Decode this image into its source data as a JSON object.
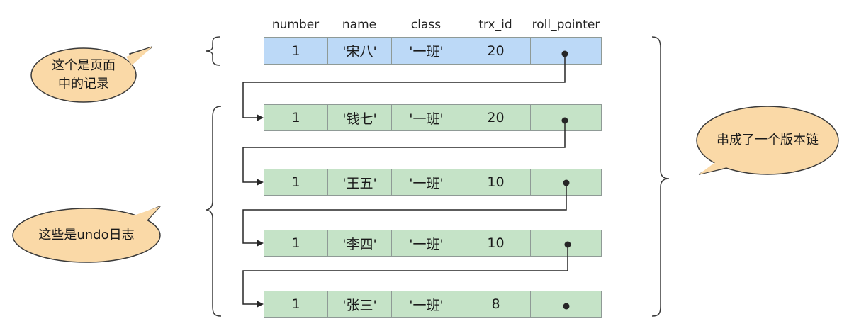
{
  "columns": [
    "number",
    "name",
    "class",
    "trx_id",
    "roll_pointer"
  ],
  "page_record": {
    "number": "1",
    "name": "'宋八'",
    "class": "'一班'",
    "trx_id": "20"
  },
  "undo_records": [
    {
      "number": "1",
      "name": "'钱七'",
      "class": "'一班'",
      "trx_id": "20"
    },
    {
      "number": "1",
      "name": "'王五'",
      "class": "'一班'",
      "trx_id": "10"
    },
    {
      "number": "1",
      "name": "'李四'",
      "class": "'一班'",
      "trx_id": "10"
    },
    {
      "number": "1",
      "name": "'张三'",
      "class": "'一班'",
      "trx_id": "8"
    }
  ],
  "callouts": {
    "page_record_line1": "这个是页面",
    "page_record_line2": "中的记录",
    "undo_log": "这些是undo日志",
    "version_chain": "串成了一个版本链"
  },
  "colors": {
    "page_record_fill": "#bcd9f7",
    "undo_record_fill": "#c5e3c7",
    "callout_fill": "#fad9a7",
    "line": "#262626"
  }
}
